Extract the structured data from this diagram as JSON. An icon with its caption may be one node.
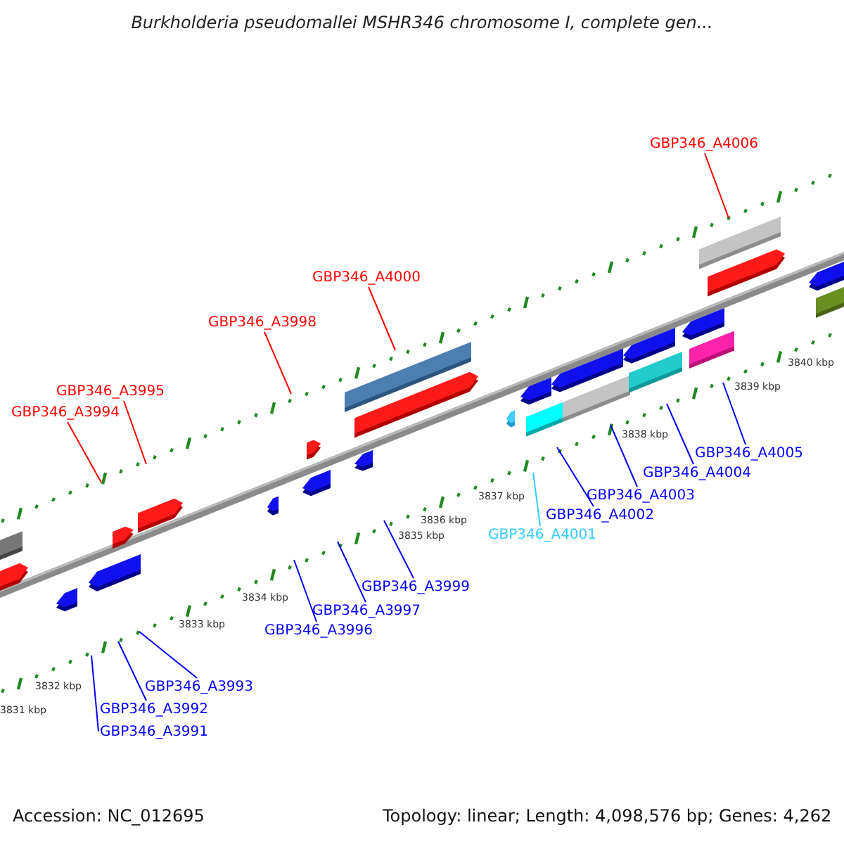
{
  "diagram": {
    "title": "Burkholderia pseudomallei MSHR346 chromosome I, complete gen...",
    "nodes": [
      {
        "text": [
          "GBP346_A4006"
        ]
      },
      {
        "text": [
          "GBP346_A4000"
        ]
      },
      {
        "text": [
          "GBP346_A3998"
        ]
      },
      {
        "text": [
          "GBP346_A3995"
        ]
      },
      {
        "text": [
          "GBP346_A3994"
        ]
      },
      {
        "text": [
          "GBP346_A4005"
        ]
      },
      {
        "text": [
          "GBP346_A4004"
        ]
      },
      {
        "text": [
          "GBP346_A4003"
        ]
      },
      {
        "text": [
          "GBP346_A4002"
        ]
      },
      {
        "text": [
          "GBP346_A4001"
        ]
      },
      {
        "text": [
          "GBP346_A3999"
        ]
      },
      {
        "text": [
          "GBP346_A3997"
        ]
      },
      {
        "text": [
          "GBP346_A3996"
        ]
      },
      {
        "text": [
          "GBP346_A3993"
        ]
      },
      {
        "text": [
          "GBP346_A3992"
        ]
      },
      {
        "text": [
          "GBP346_A3991"
        ]
      }
    ],
    "edges": [
      {
        "from": 0,
        "to": null,
        "arrow": "none",
        "color": "#ff0000"
      },
      {
        "from": 1,
        "to": null,
        "arrow": "none",
        "color": "#ff0000"
      },
      {
        "from": 2,
        "to": null,
        "arrow": "none",
        "color": "#ff0000"
      },
      {
        "from": 3,
        "to": null,
        "arrow": "none",
        "color": "#ff0000"
      },
      {
        "from": 4,
        "to": null,
        "arrow": "none",
        "color": "#ff0000"
      },
      {
        "from": 5,
        "to": null,
        "arrow": "none"
      },
      {
        "from": 6,
        "to": null,
        "arrow": "none"
      },
      {
        "from": 7,
        "to": null,
        "arrow": "none"
      },
      {
        "from": 8,
        "to": null,
        "arrow": "none"
      },
      {
        "from": 9,
        "to": null,
        "arrow": "none",
        "color": "#33ccff"
      },
      {
        "from": 10,
        "to": null,
        "arrow": "none"
      },
      {
        "from": 11,
        "to": null,
        "arrow": "none"
      },
      {
        "from": 12,
        "to": null,
        "arrow": "none"
      },
      {
        "from": 13,
        "to": null,
        "arrow": "none"
      },
      {
        "from": 14,
        "to": null,
        "arrow": "none"
      },
      {
        "from": 15,
        "to": null,
        "arrow": "none"
      }
    ],
    "labels": [
      "3840 kbp",
      "3839 kbp",
      "3838 kbp",
      "3837 kbp",
      "3836 kbp",
      "3835 kbp",
      "3834 kbp",
      "3833 kbp",
      "3832 kbp",
      "3831 kbp",
      "Accession: NC_012695",
      "Topology: linear; Length: 4,098,576 bp; Genes: 4,262"
    ]
  }
}
